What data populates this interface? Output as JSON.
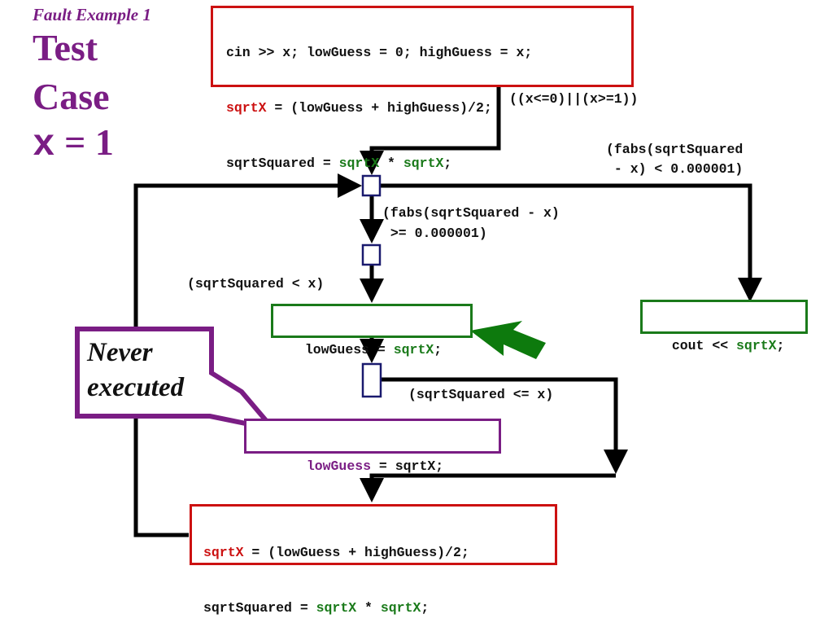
{
  "header": {
    "subtitle": "Fault Example 1",
    "line1": "Test",
    "line2": "Case",
    "line3_var": "x",
    "line3_rest": " = 1"
  },
  "nodes": {
    "init": {
      "line1": "cin >> x; lowGuess = 0; highGuess = x;",
      "line2_a": "sqrtX",
      "line2_b": " = (lowGuess + highGuess)/2;",
      "line3_a": "sqrtSquared = ",
      "line3_b": "sqrtX",
      "line3_c": " * ",
      "line3_d": "sqrtX",
      "line3_e": ";"
    },
    "low_guess_true": {
      "a": "lowGuess = ",
      "b": "sqrtX",
      "c": ";"
    },
    "cout": {
      "a": "cout << ",
      "b": "sqrtX",
      "c": ";"
    },
    "low_guess_never": {
      "a": "lowGuess",
      "b": " = sqrtX;"
    },
    "update": {
      "line1_a": "sqrtX",
      "line1_b": " = (lowGuess + highGuess)/2;",
      "line2_a": "sqrtSquared = ",
      "line2_b": "sqrtX",
      "line2_c": " * ",
      "line2_d": "sqrtX",
      "line2_e": ";"
    }
  },
  "edge_labels": {
    "entry_condition": "((x<=0)||(x>=1))",
    "exit_condition_1": "(fabs(sqrtSquared",
    "exit_condition_2": " - x) < 0.000001)",
    "loop_condition_1": "(fabs(sqrtSquared - x)",
    "loop_condition_2": " >= 0.000001)",
    "less_condition": "(sqrtSquared < x)",
    "lesseq_condition": "(sqrtSquared <= x)"
  },
  "callout": {
    "line1": "Never",
    "line2": "executed"
  },
  "colors": {
    "title": "#7a1d84",
    "red_box": "#cc1111",
    "green_box": "#1a7a1a",
    "purple_box": "#7a1d84",
    "decision_node": "#1a1a6e",
    "arrow_highlight": "#0d7a0d"
  }
}
